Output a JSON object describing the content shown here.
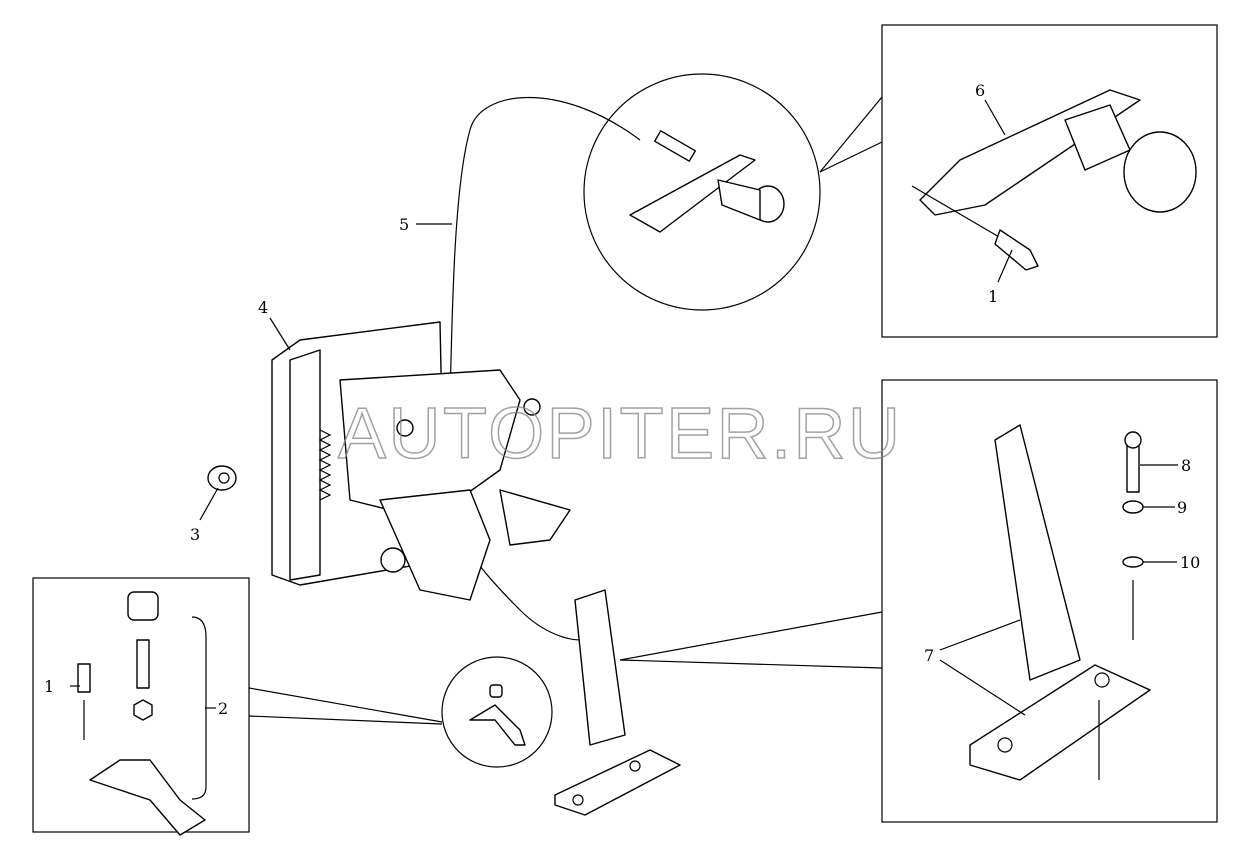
{
  "watermark": "AUTOPITER.RU",
  "callouts": {
    "c1_left": "1",
    "c1_detail": "1",
    "c2": "2",
    "c3": "3",
    "c4": "4",
    "c5": "5",
    "c6": "6",
    "c7": "7",
    "c8": "8",
    "c9": "9",
    "c10": "10"
  }
}
